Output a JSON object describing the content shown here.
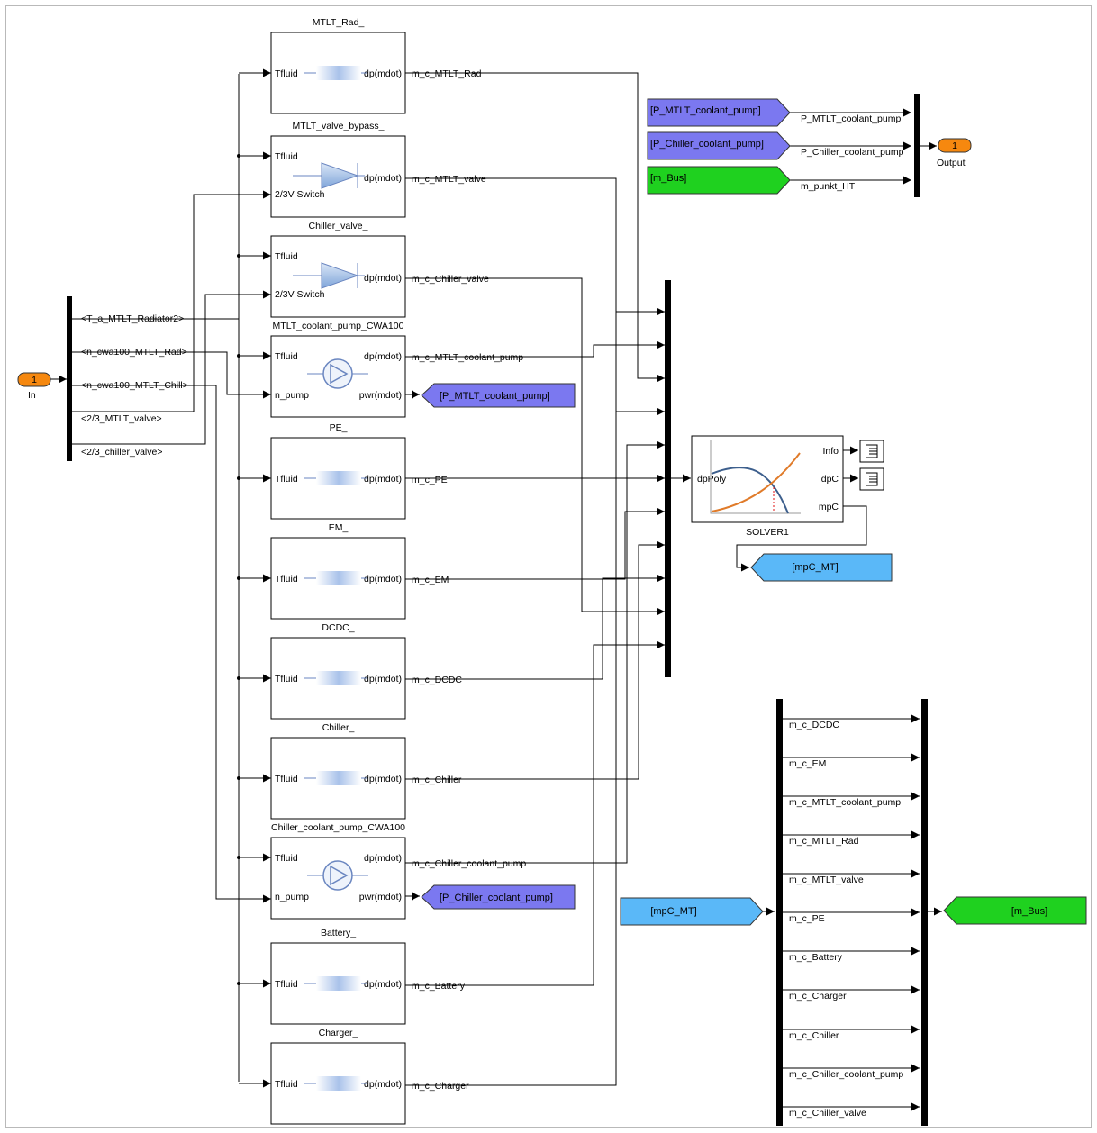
{
  "inport": {
    "number": "1",
    "label": "In"
  },
  "outport": {
    "number": "1",
    "label": "Output"
  },
  "input_bus_signals": [
    "<T_a_MTLT_Radiator2>",
    "<n_cwa100_MTLT_Rad>",
    "<n_cwa100_MTLT_Chill>",
    "<2/3_MTLT_valve>",
    "<2/3_chiller_valve>"
  ],
  "blocks": [
    {
      "title": "MTLT_Rad_",
      "kind": "pipe",
      "ports_in": [
        "Tfluid"
      ],
      "ports_out": [
        "dp(mdot)"
      ],
      "signal": "m_c_MTLT_Rad"
    },
    {
      "title": "MTLT_valve_bypass_",
      "kind": "valve",
      "ports_in": [
        "Tfluid",
        "2/3V Switch"
      ],
      "ports_out": [
        "dp(mdot)"
      ],
      "signal": "m_c_MTLT_valve"
    },
    {
      "title": "Chiller_valve_",
      "kind": "valve",
      "ports_in": [
        "Tfluid",
        "2/3V Switch"
      ],
      "ports_out": [
        "dp(mdot)"
      ],
      "signal": "m_c_Chiller_valve"
    },
    {
      "title": "MTLT_coolant_pump_CWA100",
      "kind": "pump",
      "ports_in": [
        "Tfluid",
        "n_pump"
      ],
      "ports_out": [
        "dp(mdot)",
        "pwr(mdot)"
      ],
      "signal": "m_c_MTLT_coolant_pump",
      "goto": "[P_MTLT_coolant_pump]"
    },
    {
      "title": "PE_",
      "kind": "pipe",
      "ports_in": [
        "Tfluid"
      ],
      "ports_out": [
        "dp(mdot)"
      ],
      "signal": "m_c_PE"
    },
    {
      "title": "EM_",
      "kind": "pipe",
      "ports_in": [
        "Tfluid"
      ],
      "ports_out": [
        "dp(mdot)"
      ],
      "signal": "m_c_EM"
    },
    {
      "title": "DCDC_",
      "kind": "pipe",
      "ports_in": [
        "Tfluid"
      ],
      "ports_out": [
        "dp(mdot)"
      ],
      "signal": "m_c_DCDC"
    },
    {
      "title": "Chiller_",
      "kind": "pipe",
      "ports_in": [
        "Tfluid"
      ],
      "ports_out": [
        "dp(mdot)"
      ],
      "signal": "m_c_Chiller"
    },
    {
      "title": "Chiller_coolant_pump_CWA100",
      "kind": "pump",
      "ports_in": [
        "Tfluid",
        "n_pump"
      ],
      "ports_out": [
        "dp(mdot)",
        "pwr(mdot)"
      ],
      "signal": "m_c_Chiller_coolant_pump",
      "goto": "[P_Chiller_coolant_pump]"
    },
    {
      "title": "Battery_",
      "kind": "pipe",
      "ports_in": [
        "Tfluid"
      ],
      "ports_out": [
        "dp(mdot)"
      ],
      "signal": "m_c_Battery"
    },
    {
      "title": "Charger_",
      "kind": "pipe",
      "ports_in": [
        "Tfluid"
      ],
      "ports_out": [
        "dp(mdot)"
      ],
      "signal": "m_c_Charger"
    }
  ],
  "solver": {
    "title": "SOLVER1",
    "input": "dpPoly",
    "outputs": [
      "Info",
      "dpC",
      "mpC"
    ],
    "goto": "[mpC_MT]"
  },
  "output_froms": [
    {
      "tag": "[P_MTLT_coolant_pump]",
      "signal": "P_MTLT_coolant_pump",
      "color": "#7b78f0"
    },
    {
      "tag": "[P_Chiller_coolant_pump]",
      "signal": "P_Chiller_coolant_pump",
      "color": "#7b78f0"
    },
    {
      "tag": "[m_Bus]",
      "signal": "m_punkt_HT",
      "color": "#1fd11f"
    }
  ],
  "bus2": {
    "from": "[mpC_MT]",
    "goto": "[m_Bus]",
    "signals": [
      "m_c_DCDC",
      "m_c_EM",
      "m_c_MTLT_coolant_pump",
      "m_c_MTLT_Rad",
      "m_c_MTLT_valve",
      "m_c_PE",
      "m_c_Battery",
      "m_c_Charger",
      "m_c_Chiller",
      "m_c_Chiller_coolant_pump",
      "m_c_Chiller_valve"
    ]
  },
  "colors": {
    "port": "#f6880f",
    "goto_power": "#7b78f0",
    "goto_bus": "#1fd11f",
    "goto_mpc": "#5ab8f8"
  }
}
